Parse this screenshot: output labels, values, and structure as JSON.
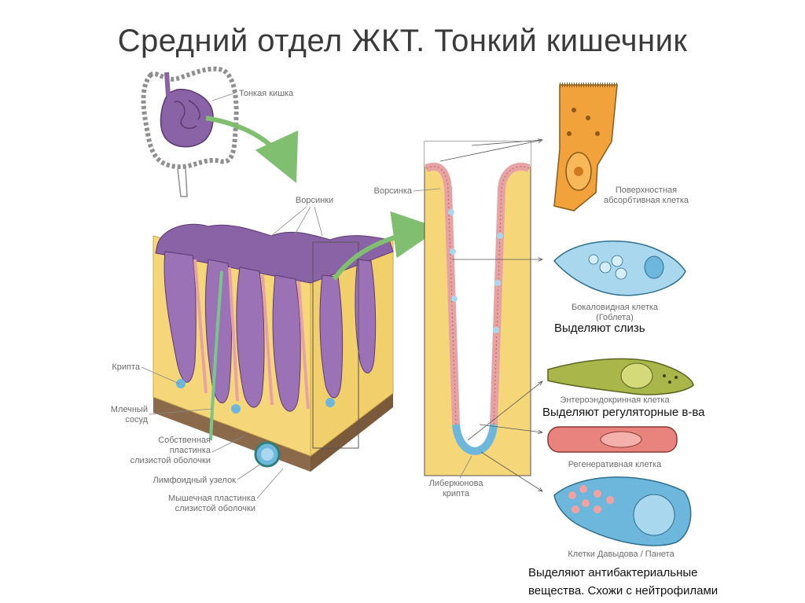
{
  "title": "Средний отдел ЖКТ. Тонкий кишечник",
  "labels": {
    "small_intestine": "Тонкая кишка",
    "villi": "Ворсинки",
    "villus": "Ворсинка",
    "crypt": "Крипта",
    "lacteal": [
      "Млечный",
      "сосуд"
    ],
    "lamina_propria": [
      "Собственная",
      "пластинка",
      "слизистой оболочки"
    ],
    "lymphoid_nodule": "Лимфоидный узелок",
    "muscularis_mucosae": [
      "Мышечная пластинка",
      "слизистой оболочки"
    ],
    "lieberkuhn_crypt": [
      "Либеркюнова",
      "крипта"
    ]
  },
  "cells": [
    {
      "id": "absorptive",
      "label": [
        "Поверхностная",
        "абсорбтивная клетка"
      ],
      "color": "#f1a23a"
    },
    {
      "id": "goblet",
      "label": [
        "Бокаловидная клетка",
        "(Гоблета)"
      ],
      "color": "#a9d8ee"
    },
    {
      "id": "enteroendocrine",
      "label": [
        "Энтероэндокринная клетка"
      ],
      "color": "#a9b64a"
    },
    {
      "id": "regenerative",
      "label": [
        "Регенеративная клетка"
      ],
      "color": "#e9837e"
    },
    {
      "id": "paneth",
      "label": [
        "Клетки Давыдова / Панета"
      ],
      "color": "#6db7dc"
    }
  ],
  "notes": {
    "goblet": "Выделяют слизь",
    "enteroendocrine": "Выделяют регуляторные в-ва",
    "paneth": [
      "Выделяют антибактериальные",
      "вещества. Схожи с нейтрофилами"
    ]
  },
  "colors": {
    "villus_purple": "#8a62a6",
    "lamina_yellow": "#f5d77a",
    "epithelium_pink": "#e7a3a3",
    "muscle_brown": "#8a6a4a",
    "arrow_green": "#9fcf8f"
  }
}
